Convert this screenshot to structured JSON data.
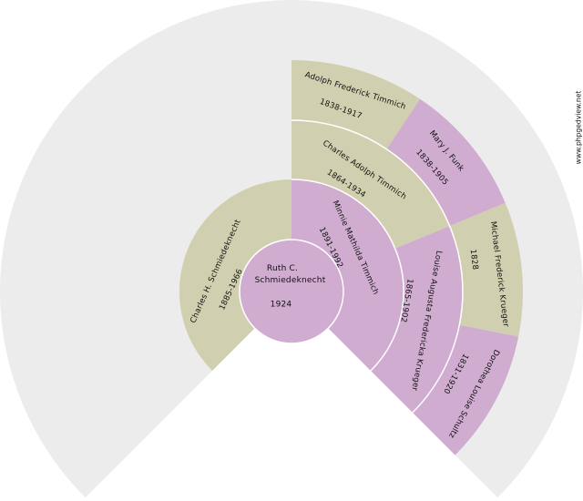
{
  "colors": {
    "background": "#ececec",
    "khaki": "#d0d0b0",
    "lilac": "#d0acd0",
    "separator": "#ffffff",
    "text": "#111111"
  },
  "root": {
    "name_line1": "Ruth C.",
    "name_line2": "Schmiedeknecht",
    "dates": "1924"
  },
  "generation_1": [
    {
      "name": "Charles H. Schmiedeknecht",
      "dates": "1885-1966"
    },
    {
      "name": "Minnie Mathilda Timmich",
      "dates": "1891-1992"
    }
  ],
  "generation_2": [
    {
      "name": "Charles Adolph Timmich",
      "dates": "1864-1934"
    },
    {
      "name": "Louise Augusta Fredericka Krueger",
      "dates": "1865-1902"
    }
  ],
  "generation_3": [
    {
      "name": "Adolph Frederick Timmich",
      "dates": "1838-1917"
    },
    {
      "name": "Mary J. Funk",
      "dates": "1838-1905"
    },
    {
      "name": "Michael Frederick Krueger",
      "dates": "1828"
    },
    {
      "name": "Dorothea Louise Schultz",
      "dates": "1831-1920"
    }
  ],
  "watermark": "www.phpgedview.net"
}
